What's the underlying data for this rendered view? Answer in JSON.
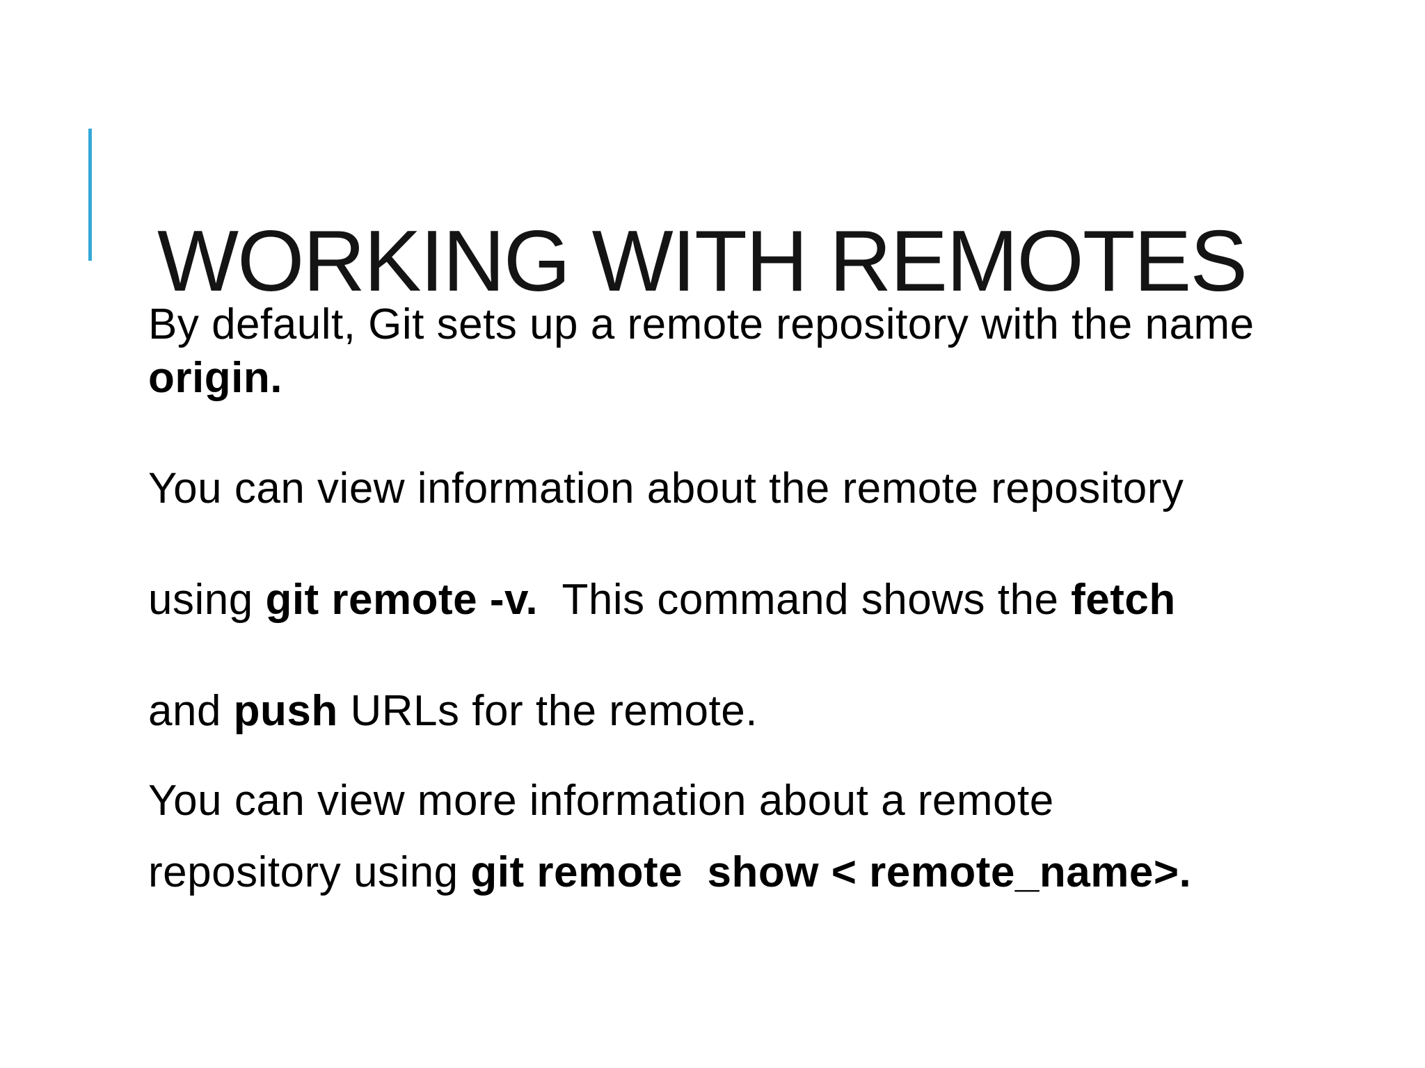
{
  "slide": {
    "title": "WORKING WITH REMOTES",
    "accent_color": "#35a8da",
    "background_color": "#ffffff",
    "text_color": "#000000",
    "paragraphs": [
      {
        "lines": [
          [
            {
              "text": "By default, Git sets up a remote repository with the name",
              "bold": false
            }
          ],
          [
            {
              "text": "origin.",
              "bold": true
            }
          ]
        ]
      },
      {
        "lines": [
          [
            {
              "text": "You can view information about the remote repository",
              "bold": false
            }
          ],
          [
            {
              "text": "using ",
              "bold": false
            },
            {
              "text": "git remote -v.",
              "bold": true
            },
            {
              "text": "  This command shows the ",
              "bold": false
            },
            {
              "text": "fetch",
              "bold": true
            }
          ],
          [
            {
              "text": "and ",
              "bold": false
            },
            {
              "text": "push",
              "bold": true
            },
            {
              "text": " URLs for the remote.",
              "bold": false
            }
          ]
        ]
      },
      {
        "lines": [
          [
            {
              "text": "You can view more information about a remote",
              "bold": false
            }
          ],
          [
            {
              "text": "repository using ",
              "bold": false
            },
            {
              "text": "git remote  show < remote_name>.",
              "bold": true
            }
          ]
        ]
      }
    ]
  }
}
